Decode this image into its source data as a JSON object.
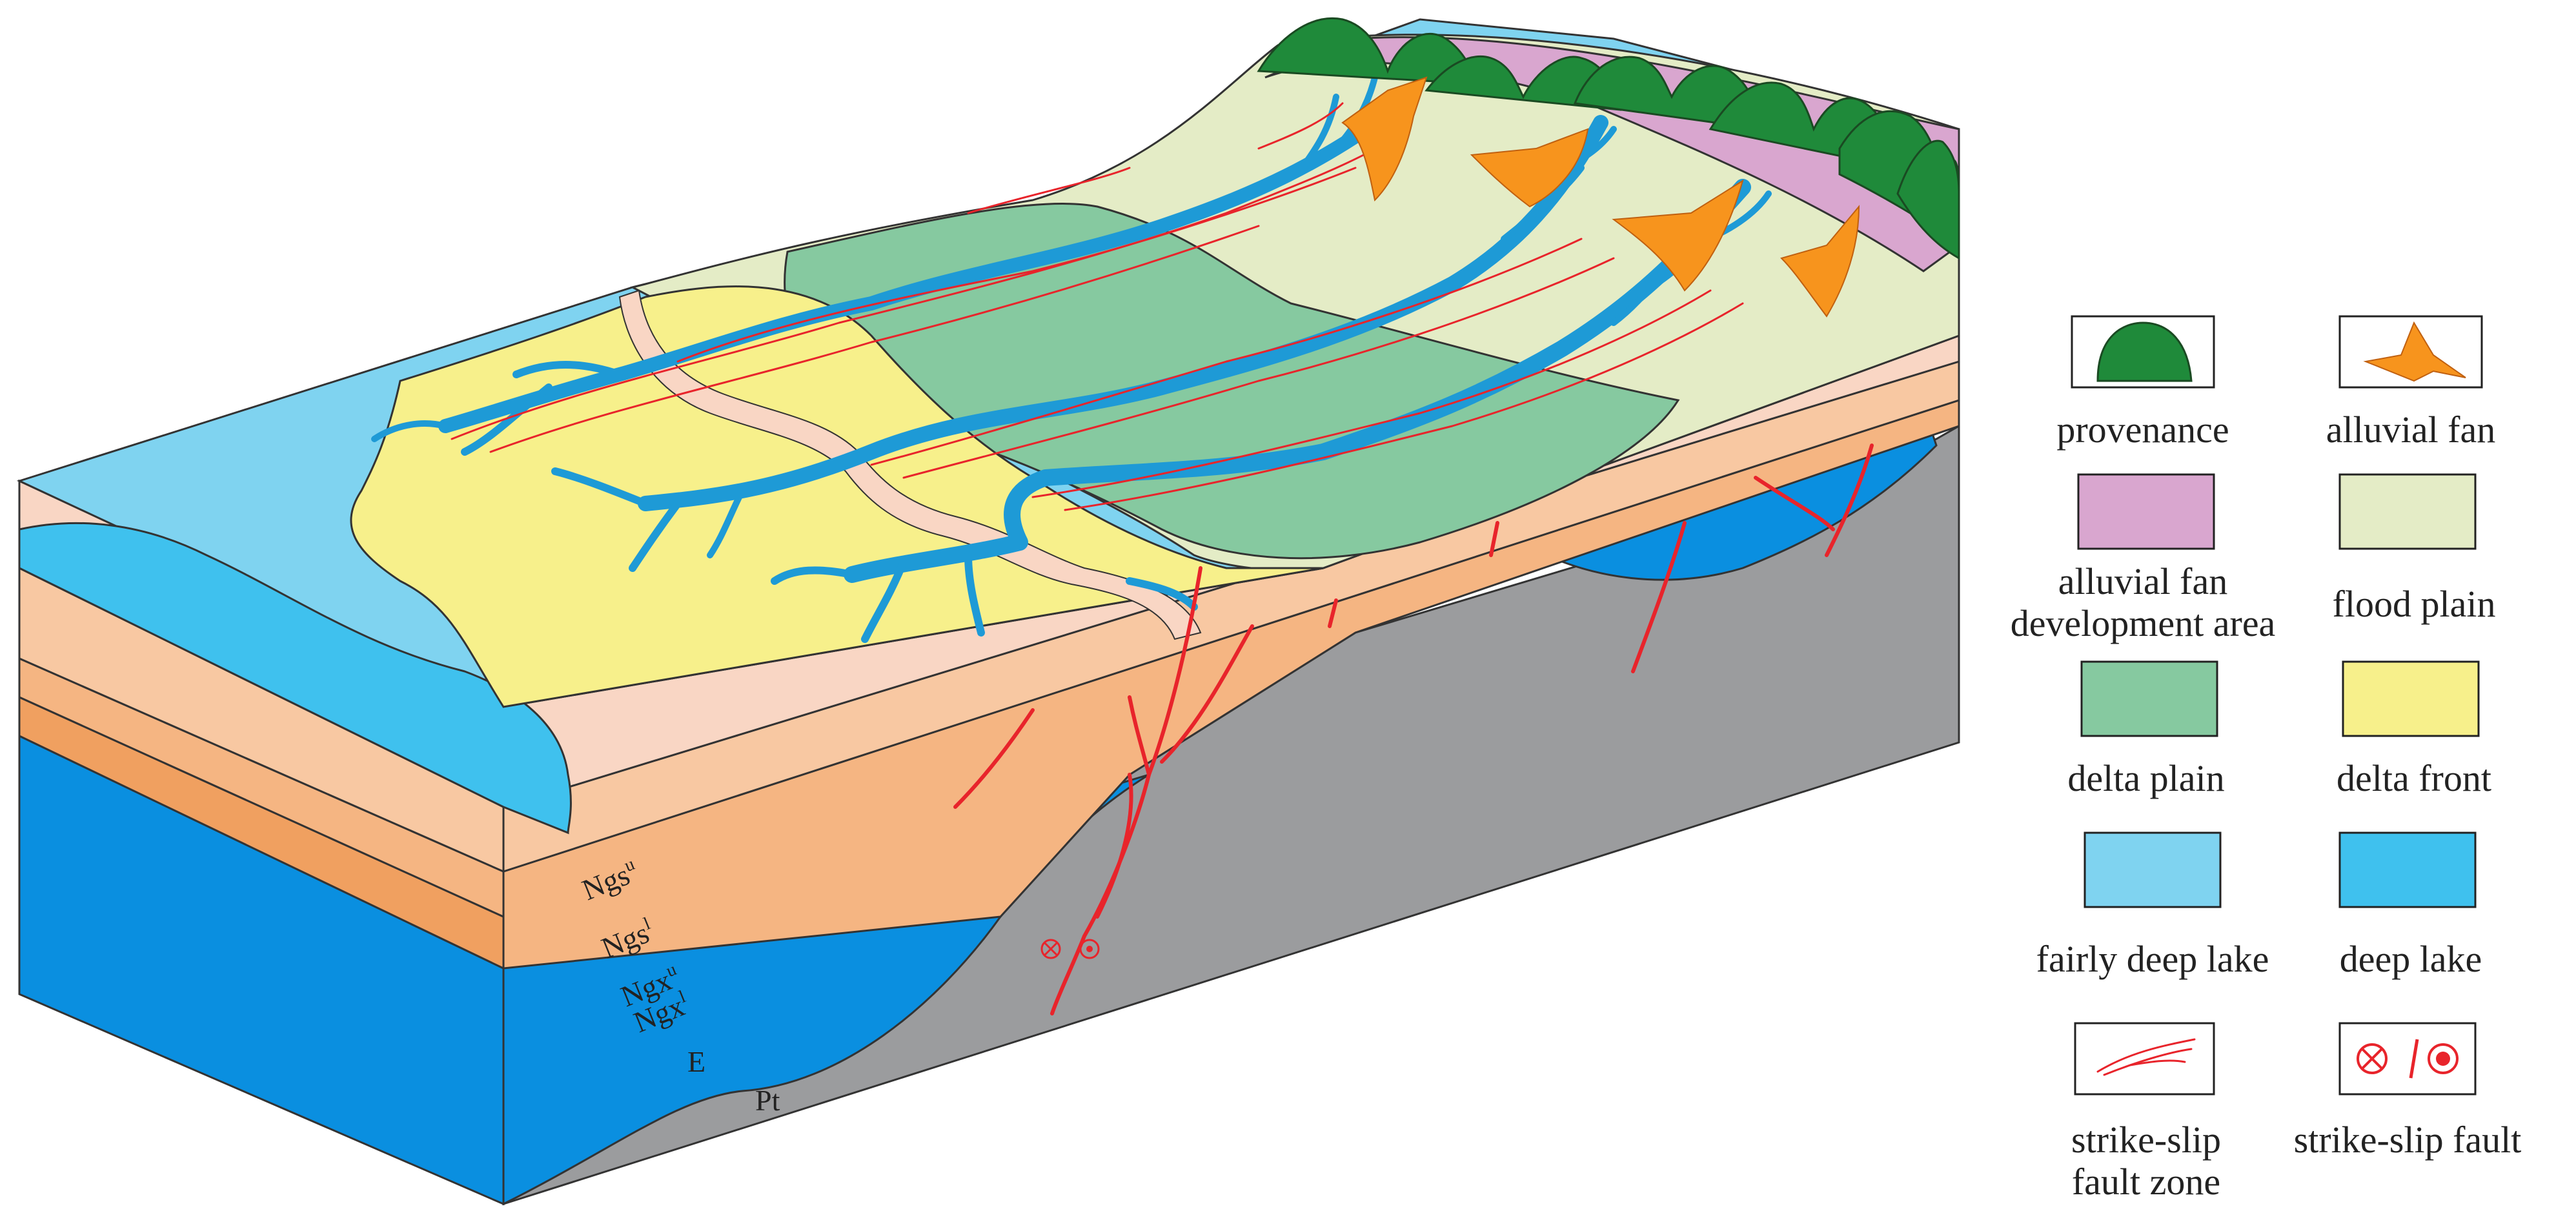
{
  "diagram": {
    "strata_labels": {
      "ngs_upper": {
        "base": "Ngs",
        "sup": "u"
      },
      "ngs_lower": {
        "base": "Ngs",
        "sup": "l"
      },
      "ngx_upper": {
        "base": "Ngx",
        "sup": "u"
      },
      "ngx_lower": {
        "base": "Ngx",
        "sup": "l"
      },
      "e": "E",
      "pt": "Pt"
    },
    "legend": {
      "provenance": {
        "label": "provenance",
        "color": "#1f8a3a"
      },
      "alluvial_fan": {
        "label": "alluvial fan",
        "color": "#f7941d"
      },
      "alluvial_fan_dev": {
        "line1": "alluvial fan",
        "line2": "development area",
        "color": "#d9a6cf"
      },
      "flood_plain": {
        "label": "flood plain",
        "color": "#e4ecc6"
      },
      "delta_plain": {
        "label": "delta plain",
        "color": "#86c9a0"
      },
      "delta_front": {
        "label": "delta front",
        "color": "#f7f08b"
      },
      "fairly_deep_lake": {
        "label": "fairly deep lake",
        "color": "#7fd3f0"
      },
      "deep_lake": {
        "label": "deep lake",
        "color": "#3fc1ee"
      },
      "strike_slip_fault_zone": {
        "line1": "strike-slip",
        "line2": "fault zone",
        "color": "#e8242b"
      },
      "strike_slip_fault": {
        "label": "strike-slip fault",
        "color": "#e8242b"
      }
    },
    "colors": {
      "layer_ngs_u": "#f9d6c4",
      "layer_ngs_l": "#f8c8a2",
      "layer_ngx_u": "#f5b582",
      "layer_ngx_l": "#f0a060",
      "layer_e": "#0a8fe0",
      "basement": "#9b9c9e",
      "river": "#1e9ad6"
    }
  }
}
